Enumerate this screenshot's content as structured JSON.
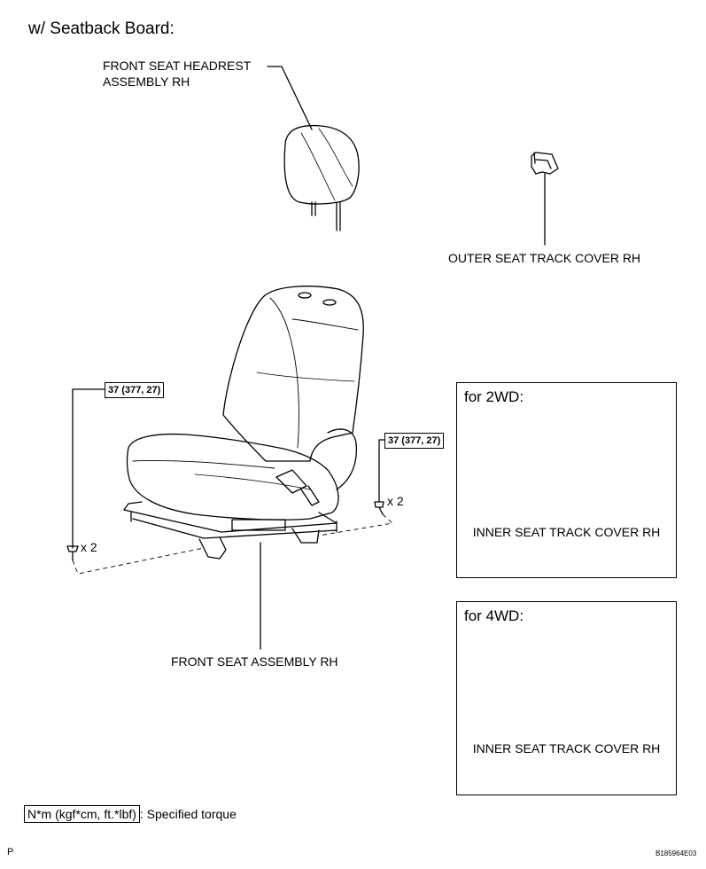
{
  "heading": "w/ Seatback Board:",
  "labels": {
    "headrest_line1": "FRONT SEAT HEADREST",
    "headrest_line2": "ASSEMBLY RH",
    "outer_cover": "OUTER SEAT TRACK COVER RH",
    "seat_assembly": "FRONT SEAT ASSEMBLY RH"
  },
  "torque": {
    "left_value": "37 (377, 27)",
    "right_value": "37 (377, 27)",
    "left_qty": "x 2",
    "right_qty": "x 2"
  },
  "insets": [
    {
      "title": "for 2WD:",
      "label": "INNER SEAT TRACK COVER RH"
    },
    {
      "title": "for 4WD:",
      "label": "INNER SEAT TRACK COVER RH"
    }
  ],
  "legend": {
    "unit_box": "N*m (kgf*cm, ft.*lbf)",
    "description": ": Specified torque"
  },
  "footer": {
    "page_letter": "P",
    "figure_code": "B185964E03"
  }
}
